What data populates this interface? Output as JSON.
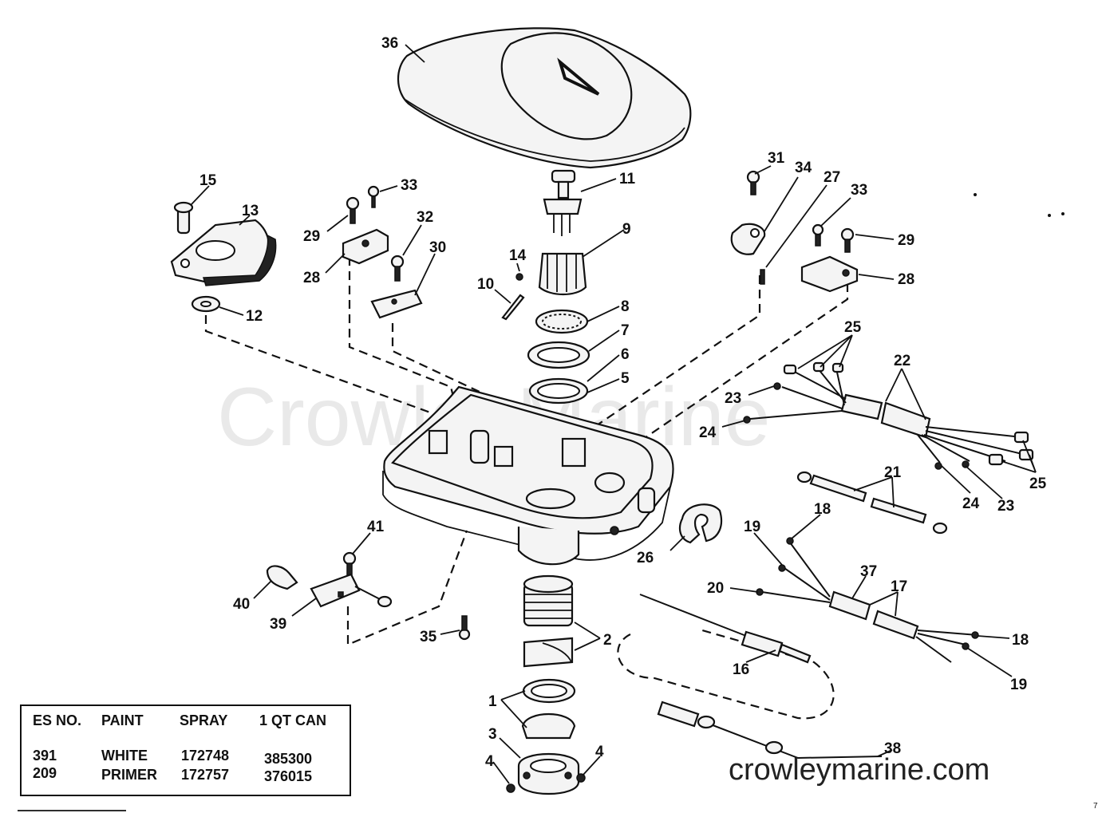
{
  "watermark": "CrowleyMarine",
  "site_text": "crowleymarine.com",
  "corner_mark": "7",
  "callouts": [
    "36",
    "11",
    "15",
    "13",
    "33",
    "29",
    "28",
    "32",
    "30",
    "9",
    "14",
    "10",
    "8",
    "7",
    "6",
    "5",
    "12",
    "31",
    "34",
    "27",
    "33",
    "29",
    "28",
    "25",
    "22",
    "23",
    "24",
    "25",
    "24",
    "23",
    "21",
    "18",
    "19",
    "37",
    "17",
    "20",
    "18",
    "19",
    "16",
    "38",
    "41",
    "40",
    "39",
    "35",
    "2",
    "26",
    "1",
    "3",
    "4",
    "4"
  ],
  "paint_table": {
    "headers": [
      "ES NO.",
      "PAINT",
      "SPRAY",
      "1 QT CAN"
    ],
    "rows": [
      [
        "391",
        "WHITE",
        "172748",
        "385300"
      ],
      [
        "209",
        "PRIMER",
        "172757",
        "376015"
      ]
    ]
  }
}
